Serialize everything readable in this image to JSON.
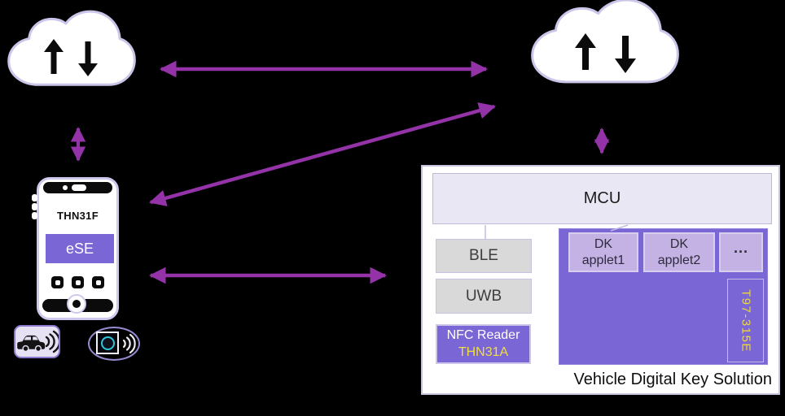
{
  "diagram_title": "Vehicle Digital Key Solution",
  "colors": {
    "background": "#000000",
    "arrow_purple": "#9433A8",
    "chip_purple": "#7A66D4",
    "applet_purple": "#C3B2E3",
    "module_gray": "#D9D9D9",
    "panel_white": "#FFFFFF",
    "accent_yellow": "#F0DF3E",
    "cloud_outline": "#CDC4E9"
  },
  "clouds": {
    "left": {
      "icon": "cloud-upload-download"
    },
    "right": {
      "icon": "cloud-upload-download"
    }
  },
  "phone": {
    "model": "THN31F",
    "secure_element": "eSE"
  },
  "badges": {
    "car_remote_icon": "car-with-signal",
    "start_button_icon": "engine-start-with-signal"
  },
  "solution_box": {
    "caption": "Vehicle Digital Key Solution",
    "mcu_label": "MCU",
    "modules": {
      "ble": "BLE",
      "uwb": "UWB"
    },
    "nfc": {
      "line1": "NFC Reader",
      "line2": "THN31A"
    },
    "applets": [
      {
        "line1": "DK",
        "line2": "applet1"
      },
      {
        "line1": "DK",
        "line2": "applet2"
      },
      {
        "line1": "···",
        "line2": ""
      }
    ],
    "chip_label": "T97-315E"
  }
}
